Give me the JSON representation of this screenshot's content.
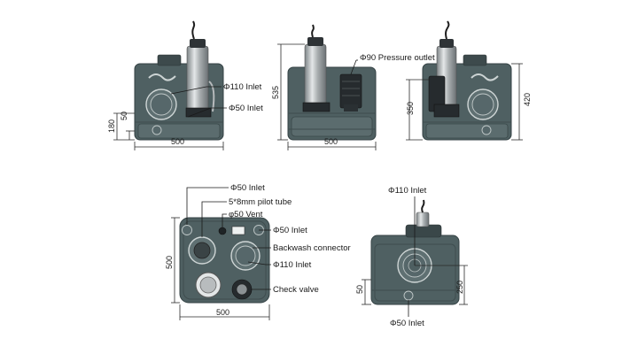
{
  "views": {
    "side_left": {
      "label_inlet_110": "Φ110 Inlet",
      "label_inlet_50": "Φ50 Inlet",
      "dim_width": "500",
      "dim_h180": "180",
      "dim_h50": "50"
    },
    "front": {
      "label_pressure_outlet": "Φ90 Pressure outlet",
      "dim_height": "535",
      "dim_width": "500"
    },
    "side_right": {
      "dim_h350": "350",
      "dim_h420": "420"
    },
    "top": {
      "label_inlet_50_a": "Φ50 Inlet",
      "label_pilot_tube": "5*8mm pilot tube",
      "label_vent": "φ50 Vent",
      "label_inlet_50_b": "Φ50 Inlet",
      "label_backwash": "Backwash connector",
      "label_inlet_110": "Φ110 Inlet",
      "label_check_valve": "Check valve",
      "dim_depth": "500",
      "dim_width": "500"
    },
    "back": {
      "label_inlet_110": "Φ110 Inlet",
      "label_inlet_50": "Φ50 Inlet",
      "dim_h50": "50",
      "dim_h250": "250"
    }
  },
  "colors": {
    "tank": "#4f6062",
    "steel": "#b9bdbf",
    "background": "#ffffff"
  }
}
